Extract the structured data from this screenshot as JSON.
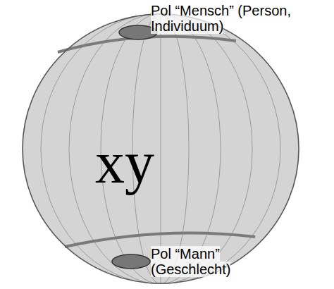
{
  "diagram": {
    "nodes": [
      {
        "text": [
          "xy"
        ]
      }
    ],
    "labels": [
      "Pol “Mensch” (Person, Individuum)",
      "Pol “Mann” (Geschlecht)"
    ]
  }
}
